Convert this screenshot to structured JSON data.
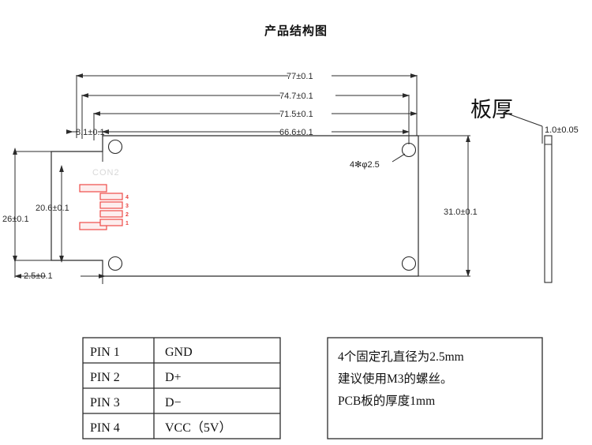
{
  "title": "产品结构图",
  "drawing": {
    "silkscreen_label": "CON2",
    "horizontal_dimensions": [
      {
        "name": "overall-width",
        "label": "77±0.1"
      },
      {
        "name": "hole-span-width",
        "label": "74.7±0.1"
      },
      {
        "name": "inner-width",
        "label": "71.5±0.1"
      },
      {
        "name": "hole-pitch-width",
        "label": "66.6±0.1"
      }
    ],
    "vertical_dimensions": [
      {
        "name": "overall-height",
        "label": "26±0.1"
      },
      {
        "name": "notch-height",
        "label": "20.6±0.1"
      },
      {
        "name": "board-height-right",
        "label": "31.0±0.1"
      }
    ],
    "offset_dimensions": [
      {
        "name": "top-left-offset",
        "label": "8.1±0.1"
      },
      {
        "name": "bottom-left-offset",
        "label": "2.5±0.1"
      }
    ],
    "hole_callout": "4✻φ2.5",
    "thickness_callout_cn": "板厚",
    "thickness_value": "1.0±0.05",
    "pad_numbers": [
      "4",
      "3",
      "2",
      "1"
    ],
    "accent_color": "#ee4b48",
    "line_color": "#2b2b2b"
  },
  "pin_table": {
    "rows": [
      {
        "pin": "PIN 1",
        "signal": "GND"
      },
      {
        "pin": "PIN 2",
        "signal": "D+"
      },
      {
        "pin": "PIN 3",
        "signal": "D−"
      },
      {
        "pin": "PIN 4",
        "signal": "VCC（5V）"
      }
    ]
  },
  "notes": {
    "lines": [
      "4个固定孔直径为2.5mm",
      "建议使用M3的螺丝。",
      "PCB板的厚度1mm"
    ]
  }
}
